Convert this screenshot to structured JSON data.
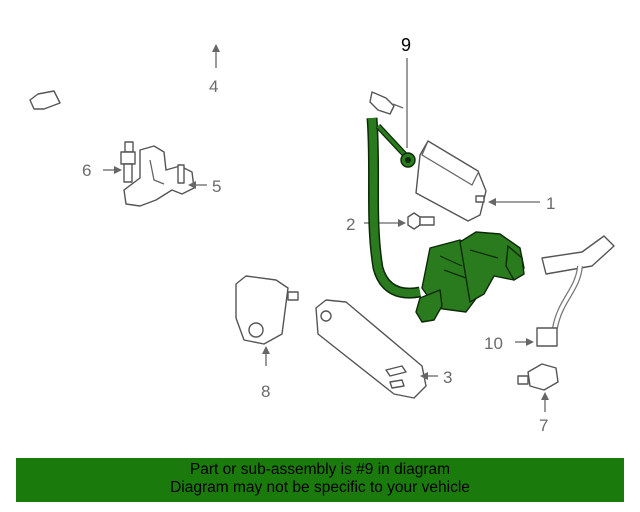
{
  "diagram": {
    "callouts": {
      "p1": "1",
      "p2": "2",
      "p3": "3",
      "p4": "4",
      "p5": "5",
      "p6": "6",
      "p7": "7",
      "p8": "8",
      "p9": "9",
      "p10": "10"
    },
    "highlight_part": "9",
    "colors": {
      "highlight": "#2a7a1e",
      "banner": "#1b7a0c"
    }
  },
  "banner": {
    "line1": "Part or sub-assembly is #9 in diagram",
    "line2": "Diagram may not be specific to your vehicle"
  }
}
